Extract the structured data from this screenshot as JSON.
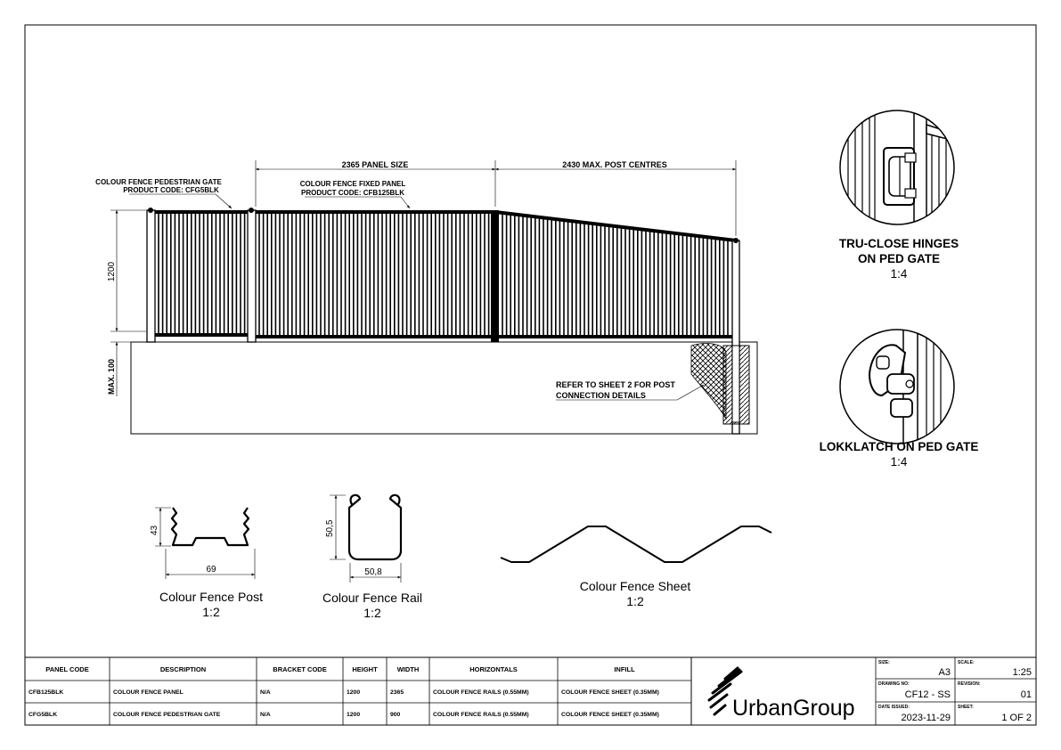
{
  "elevation": {
    "dim_panel_size": "2365 PANEL SIZE",
    "dim_post_centres": "2430 MAX. POST CENTRES",
    "dim_height": "1200",
    "dim_footing": "MAX. 100",
    "gate_label": [
      "COLOUR FENCE PEDESTRIAN GATE",
      "PRODUCT CODE: CFG5BLK"
    ],
    "panel_label": [
      "COLOUR FENCE FIXED PANEL",
      "PRODUCT CODE: CFB125BLK"
    ],
    "refer_note": [
      "REFER TO SHEET 2 FOR POST",
      "CONNECTION DETAILS"
    ]
  },
  "details": [
    {
      "title": "TRU-CLOSE HINGES",
      "subtitle": "ON PED GATE",
      "scale": "1:4"
    },
    {
      "title": "LOKKLATCH ON PED GATE",
      "scale": "1:4"
    }
  ],
  "profiles": {
    "post": {
      "name": "Colour Fence Post",
      "scale": "1:2",
      "dim_h": "43",
      "dim_w": "69"
    },
    "rail": {
      "name": "Colour Fence Rail",
      "scale": "1:2",
      "dim_h": "50,5",
      "dim_w": "50,8"
    },
    "sheet": {
      "name": "Colour Fence Sheet",
      "scale": "1:2"
    }
  },
  "schedule": {
    "headers": [
      "PANEL CODE",
      "DESCRIPTION",
      "BRACKET CODE",
      "HEIGHT",
      "WIDTH",
      "HORIZONTALS",
      "INFILL"
    ],
    "rows": [
      [
        "CFB125BLK",
        "COLOUR FENCE PANEL",
        "N/A",
        "1200",
        "2365",
        "COLOUR FENCE RAILS (0.55MM)",
        "COLOUR FENCE SHEET (0.35MM)"
      ],
      [
        "CFG5BLK",
        "COLOUR FENCE PEDESTRIAN GATE",
        "N/A",
        "1200",
        "900",
        "COLOUR FENCE RAILS (0.55MM)",
        "COLOUR FENCE SHEET (0.35MM)"
      ]
    ]
  },
  "title_block": {
    "logo_text": "UrbanGroup",
    "size_label": "SIZE:",
    "size": "A3",
    "scale_label": "SCALE:",
    "scale": "1:25",
    "drawing_no_label": "DRAWING NO:",
    "drawing_no": "CF12 - SS",
    "revision_label": "REVISION:",
    "revision": "01",
    "date_label": "DATE ISSUED:",
    "date": "2023-11-29",
    "sheet_label": "SHEET:",
    "sheet": "1 OF 2"
  }
}
